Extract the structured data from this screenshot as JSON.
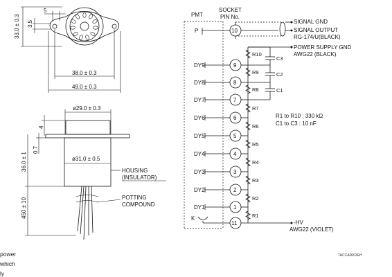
{
  "top_view": {
    "dim_5": "5",
    "dim_35": "3.5",
    "dim_height": "33.0 ± 0.3",
    "dim_inner_width": "38.0 ± 0.3",
    "dim_outer_width": "49.0 ± 0.3"
  },
  "side_view": {
    "dim_top_dia": "ø29.0 ± 0.3",
    "dim_4": "4",
    "dim_07": "0.7",
    "dim_36": "36.0 ± 1",
    "dim_body_dia": "ø31.0 ± 0.5",
    "dim_lead": "450 ± 10",
    "housing_line1": "HOUSING",
    "housing_line2": "(INSULATOR)",
    "potting_line1": "POTTING",
    "potting_line2": "COMPOUND"
  },
  "schematic": {
    "header_pmt": "PMT",
    "header_socket_1": "SOCKET",
    "header_socket_2": "PIN No.",
    "p_label": "P",
    "k_label": "K",
    "signal_gnd": "SIGNAL GND",
    "signal_output": "SIGNAL OUTPUT",
    "cable_signal": "RG-174/U(BLACK)",
    "power_gnd": "POWER SUPPLY GND",
    "cable_power": "AWG22 (BLACK)",
    "hv": "-HV",
    "cable_hv": "AWG22 (VIOLET)",
    "pins": [
      {
        "dynode": "DY9",
        "pin": "9"
      },
      {
        "dynode": "DY8",
        "pin": "8"
      },
      {
        "dynode": "DY7",
        "pin": "7"
      },
      {
        "dynode": "DY6",
        "pin": "6"
      },
      {
        "dynode": "DY5",
        "pin": "5"
      },
      {
        "dynode": "DY4",
        "pin": "4"
      },
      {
        "dynode": "DY3",
        "pin": "3"
      },
      {
        "dynode": "DY2",
        "pin": "2"
      },
      {
        "dynode": "DY1",
        "pin": "1"
      }
    ],
    "pin_anode": "10",
    "pin_cathode": "11",
    "resistors": [
      "R10",
      "R9",
      "R8",
      "R7",
      "R6",
      "R5",
      "R4",
      "R3",
      "R2",
      "R1"
    ],
    "capacitors": [
      "C3",
      "C2",
      "C1"
    ],
    "note_r": "R1 to R10 : 330 kΩ",
    "note_c": "C1 to C3   : 10 nF",
    "drawing_code": "TACCA0003EH"
  },
  "side_text": [
    "power",
    "which",
    "ly"
  ]
}
